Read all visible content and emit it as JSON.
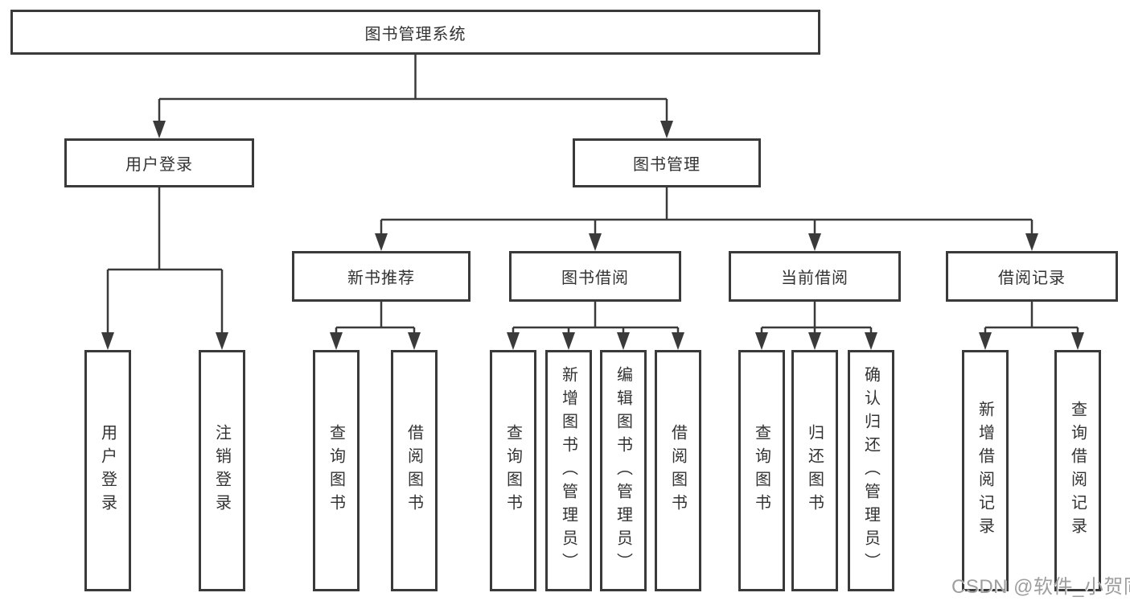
{
  "diagram": {
    "root": "图书管理系统",
    "level2": {
      "user_login": "用户登录",
      "book_management": "图书管理"
    },
    "level3": {
      "new_book_recommend": "新书推荐",
      "book_borrowing": "图书借阅",
      "current_borrowing": "当前借阅",
      "borrowing_records": "借阅记录"
    },
    "leaves": {
      "user_login": "用户登录",
      "logout": "注销登录",
      "recommend_query_books": "查询图书",
      "recommend_borrow_books": "借阅图书",
      "borrowing_query_books": "查询图书",
      "borrowing_add_book_admin": "新增图书（管理员）",
      "borrowing_edit_book_admin": "编辑图书（管理员）",
      "borrowing_borrow_books": "借阅图书",
      "current_query_books": "查询图书",
      "current_return_book": "归还图书",
      "current_confirm_return_admin": "确认归还（管理员）",
      "records_add_record": "新增借阅记录",
      "records_query_record": "查询借阅记录"
    },
    "watermark": "CSDN @软件_小贺同学",
    "colors": {
      "line": "#3a3a3a",
      "text": "#333333",
      "watermark": "#9e9e9e",
      "background": "#ffffff"
    }
  }
}
